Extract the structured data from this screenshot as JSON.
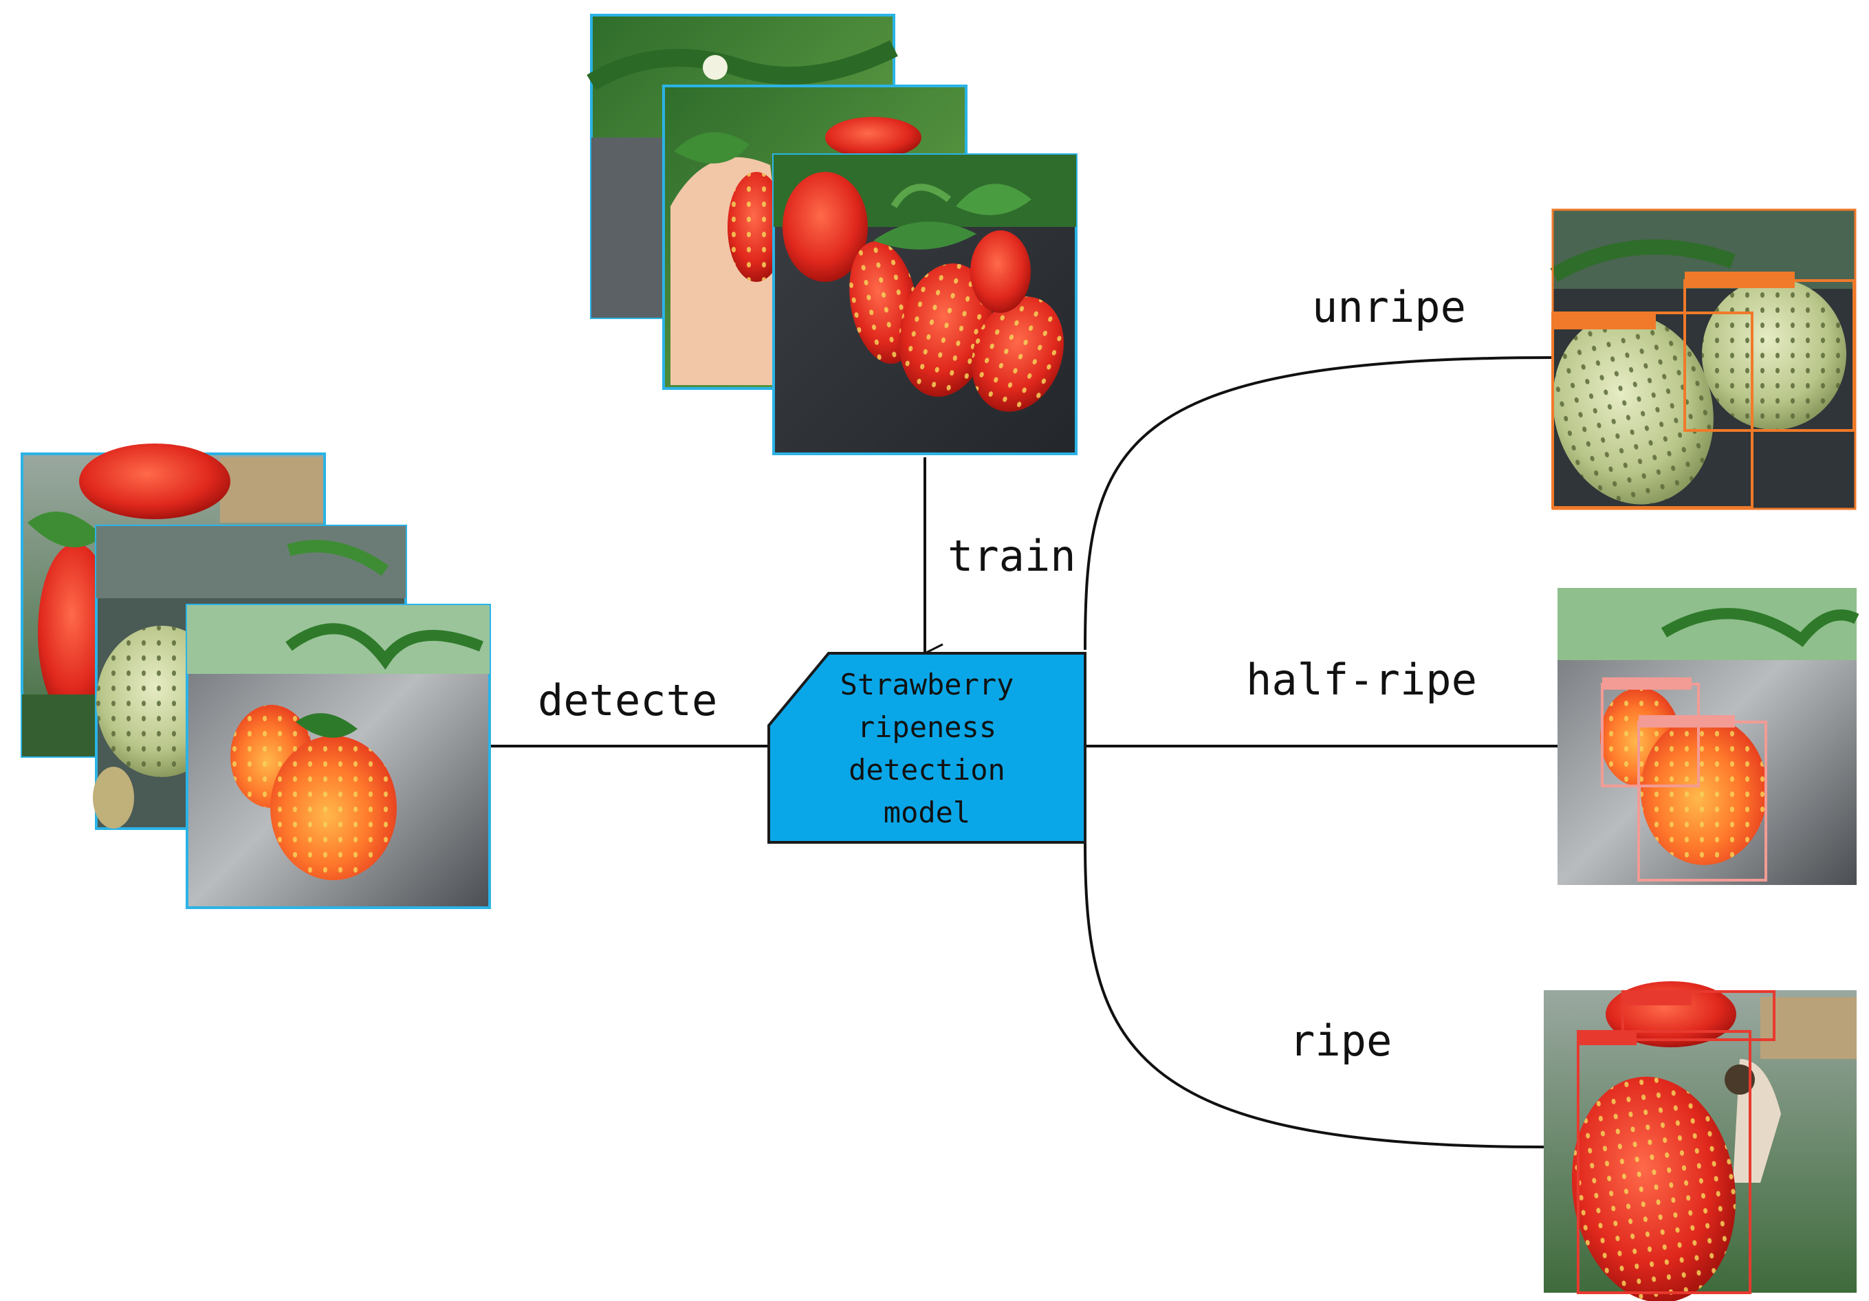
{
  "model": {
    "lines": [
      "Strawberry",
      "ripeness",
      "detection",
      "model"
    ],
    "fill": "#0aa7e8",
    "stroke": "#1a1a1a"
  },
  "labels": {
    "train": "train",
    "detect": "detecte",
    "unripe": "unripe",
    "half_ripe": "half-ripe",
    "ripe": "ripe"
  },
  "images": {
    "training_set": "strawberry-training-photos",
    "input_set": "strawberry-input-photos",
    "unripe_result": "unripe-detection-result",
    "half_ripe_result": "half-ripe-detection-result",
    "ripe_result": "ripe-detection-result"
  },
  "colors": {
    "frame": "#2bb3e6",
    "unripe_box": "#f07a2a",
    "half_ripe_box": "#f39b95",
    "ripe_box": "#e8392f",
    "line": "#111111"
  }
}
